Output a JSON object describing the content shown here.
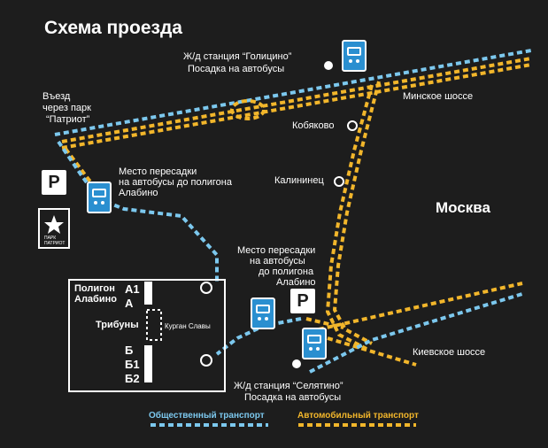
{
  "title": "Схема проезда",
  "city": "Москва",
  "labels": {
    "golitsyno_line1": "Ж/д станция “Голицино”",
    "golitsyno_line2": "Посадка на автобусы",
    "entrance_line1": "Въезд",
    "entrance_line2": "через парк",
    "entrance_line3": "“Патриот”",
    "minsk_highway": "Минское шоссе",
    "kobyakovo": "Кобяково",
    "kalininets": "Калининец",
    "transfer1_line1": "Место пересадки",
    "transfer1_line2": "на автобусы до полигона",
    "transfer1_line3": "Алабино",
    "transfer2_line1": "Место пересадки",
    "transfer2_line2": "на автобусы",
    "transfer2_line3": "до полигона",
    "transfer2_line4": "Алабино",
    "polygon_line1": "Полигон",
    "polygon_line2": "Алабино",
    "a1": "А1",
    "a": "А",
    "tribunes": "Трибуны",
    "kurgan": "Курган Славы",
    "b": "Б",
    "b1": "Б1",
    "b2": "Б2",
    "kiev_highway": "Киевское шоссе",
    "selyatino_line1": "Ж/д станция “Селятино”",
    "selyatino_line2": "Посадка на автобусы",
    "parking": "P",
    "park_logo_line1": "ПАРК",
    "park_logo_line2": "ПАТРИОТ"
  },
  "legend": {
    "public": "Общественный транспорт",
    "car": "Автомобильный транспорт"
  },
  "colors": {
    "background": "#1d1d1d",
    "public_transport": "#7cc8ee",
    "car_transport": "#f2b62b",
    "bus_sign": "#2a8fd0"
  }
}
